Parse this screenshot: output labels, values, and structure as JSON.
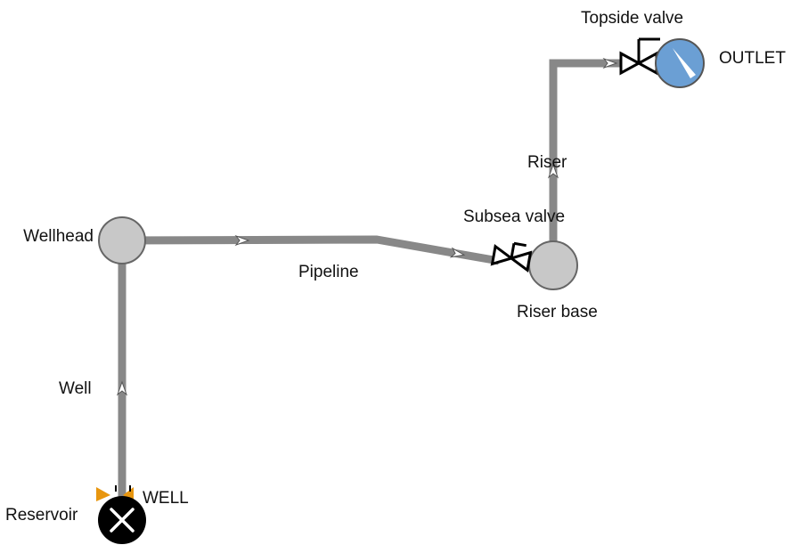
{
  "colors": {
    "pipe": "#888888",
    "node_fill": "#c8c8c8",
    "node_stroke": "#666666",
    "outlet_fill": "#6b9fd4",
    "reservoir_fill": "#000000",
    "well_marker": "#e8960f",
    "valve_stroke": "#000000"
  },
  "nodes": {
    "wellhead": {
      "label": "Wellhead"
    },
    "riser_base": {
      "label": "Riser base"
    },
    "outlet": {
      "label": "OUTLET",
      "icon": "gauge-icon"
    },
    "reservoir": {
      "label": "Reservoir",
      "icon": "close-x-icon"
    }
  },
  "valves": {
    "subsea": {
      "label": "Subsea valve",
      "icon": "valve-icon"
    },
    "topside": {
      "label": "Topside valve",
      "icon": "valve-icon"
    }
  },
  "pipes": {
    "well": {
      "label": "Well"
    },
    "pipeline": {
      "label": "Pipeline"
    },
    "riser": {
      "label": "Riser"
    }
  },
  "well_marker": {
    "label": "WELL"
  }
}
